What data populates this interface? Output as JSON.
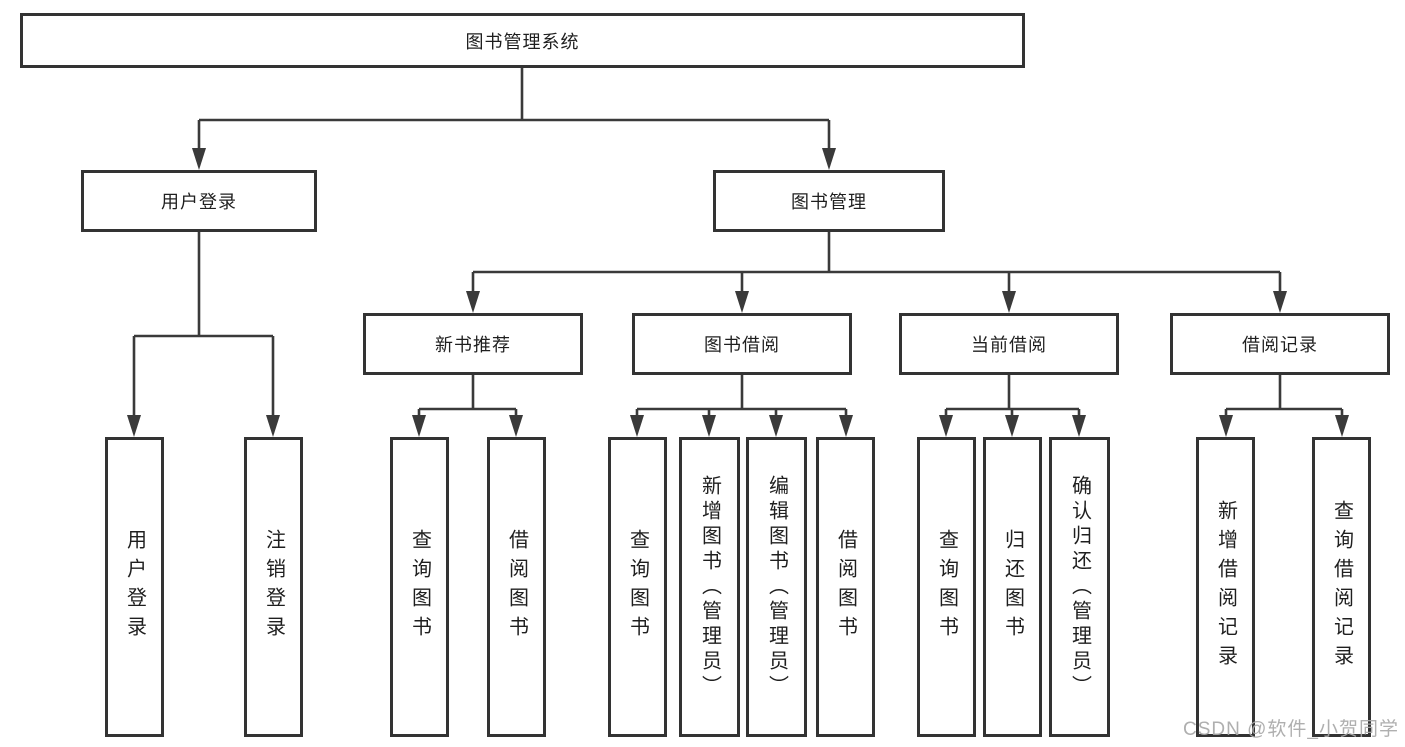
{
  "diagram": {
    "title": "图书管理系统",
    "root": {
      "label": "图书管理系统"
    },
    "level2": [
      {
        "id": "user-login",
        "label": "用户登录"
      },
      {
        "id": "book-management",
        "label": "图书管理"
      }
    ],
    "level3": [
      {
        "id": "new-book-recommend",
        "label": "新书推荐"
      },
      {
        "id": "book-borrowing",
        "label": "图书借阅"
      },
      {
        "id": "current-borrowing",
        "label": "当前借阅"
      },
      {
        "id": "borrowing-records",
        "label": "借阅记录"
      }
    ],
    "leaves": [
      {
        "group": "user-login",
        "label": "用户登录"
      },
      {
        "group": "user-login",
        "label": "注销登录"
      },
      {
        "group": "new-book-recommend",
        "label": "查询图书"
      },
      {
        "group": "new-book-recommend",
        "label": "借阅图书"
      },
      {
        "group": "book-borrowing",
        "label": "查询图书"
      },
      {
        "group": "book-borrowing",
        "label": "新增图书（管理员）"
      },
      {
        "group": "book-borrowing",
        "label": "编辑图书（管理员）"
      },
      {
        "group": "book-borrowing",
        "label": "借阅图书"
      },
      {
        "group": "current-borrowing",
        "label": "查询图书"
      },
      {
        "group": "current-borrowing",
        "label": "归还图书"
      },
      {
        "group": "current-borrowing",
        "label": "确认归还（管理员）"
      },
      {
        "group": "borrowing-records",
        "label": "新增借阅记录"
      },
      {
        "group": "borrowing-records",
        "label": "查询借阅记录"
      }
    ]
  },
  "watermark": {
    "text": "CSDN @软件_小贺同学"
  },
  "colors": {
    "line": "#3a3a3a",
    "border": "#333333",
    "text": "#1f1f1f",
    "watermark": "#a8a8a8",
    "background": "#ffffff"
  }
}
